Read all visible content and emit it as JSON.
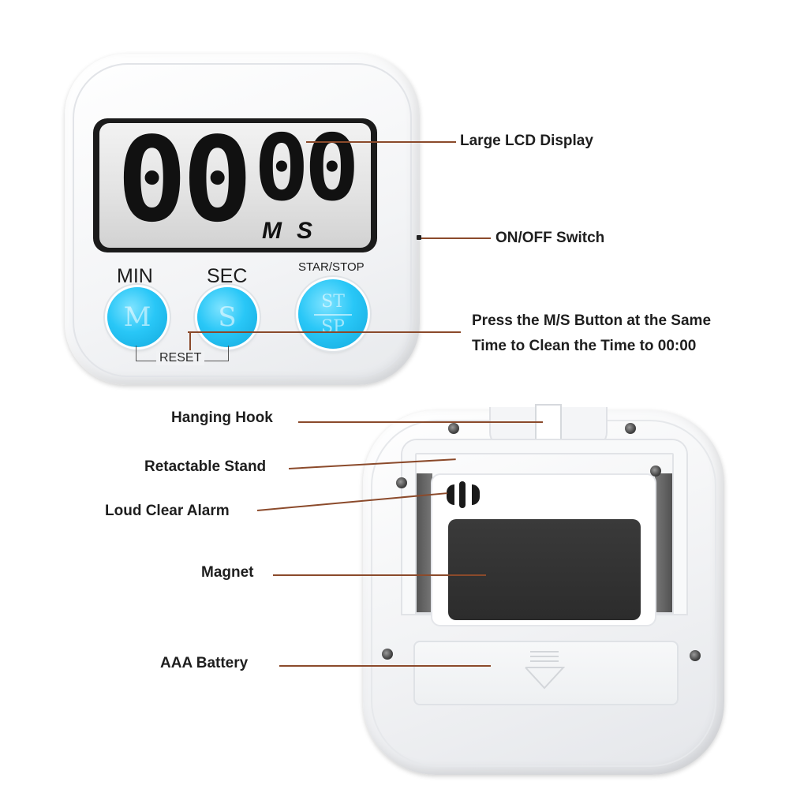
{
  "front": {
    "display_minutes": "00",
    "display_seconds": "00",
    "unit_m": "M",
    "unit_s": "S",
    "button_min_label": "MIN",
    "button_sec_label": "SEC",
    "button_startstop_label": "STAR/STOP",
    "button_min_glyph": "M",
    "button_sec_glyph": "S",
    "button_ss_top": "ST",
    "button_ss_bottom": "SP",
    "reset_label": "RESET",
    "accent_color": "#29c7f7"
  },
  "callouts": {
    "lcd": "Large LCD Display",
    "on_off": "ON/OFF Switch",
    "press_line1": "Press the M/S Button at the Same",
    "press_line2": "Time to Clean the Time to 00:00",
    "hook": "Hanging Hook",
    "stand": "Retactable Stand",
    "alarm": "Loud Clear Alarm",
    "magnet": "Magnet",
    "battery": "AAA Battery",
    "leader_color": "#8b4a2b"
  }
}
